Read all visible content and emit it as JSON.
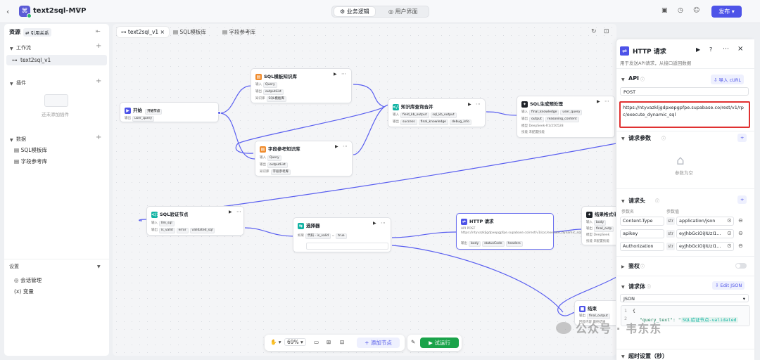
{
  "header": {
    "app_title": "text2sql-MVP",
    "modes": [
      "业务逻辑",
      "用户界面"
    ],
    "publish_label": "发布"
  },
  "sidebar": {
    "resources_label": "资源",
    "ref_label": "引用关系",
    "workflow_label": "工作流",
    "workflow_item": "text2sql_v1",
    "plugins_label": "插件",
    "plugins_empty": "还未添加插件",
    "data_label": "数据",
    "data_items": [
      "SQL模板库",
      "字段参考库"
    ],
    "settings_label": "设置",
    "settings_items": [
      "会话管理",
      "变量"
    ]
  },
  "canvas": {
    "tabs": [
      "text2sql_v1",
      "SQL模板库",
      "字段参考库"
    ],
    "nodes": {
      "start": {
        "title": "开始",
        "tag": "开始节点",
        "row1_label": "输出",
        "row1_chip": "user_query"
      },
      "sqltpl": {
        "title": "SQL模板知识库",
        "row1_label": "输入",
        "row1_chip": "Query",
        "row2_label": "输出",
        "row2_chip": "outputList",
        "row3_label": "知识库",
        "row3_chip": "SQL模板库"
      },
      "field": {
        "title": "字段参考知识库",
        "row1_label": "输入",
        "row1_chip": "Query",
        "row2_label": "输出",
        "row2_chip": "outputList",
        "row3_label": "知识库",
        "row3_chip": "字段参考库"
      },
      "merge": {
        "title": "知识库查询合并",
        "row1_label": "输入",
        "row1_chips": [
          "field_kb_output",
          "sql_kb_output"
        ],
        "row2_label": "输出",
        "row2_chips": [
          "success",
          "final_knowledge",
          "debug_info"
        ]
      },
      "gen": {
        "title": "SQL生成预处理",
        "row1_label": "输入",
        "row1_chips": [
          "final_knowledge",
          "user_query"
        ],
        "row2_label": "输出",
        "row2_chips": [
          "output",
          "reasoning_content"
        ],
        "row3_label": "模型",
        "row3_value": "DeepSeek-R1/250528",
        "row4_label": "技能",
        "row4_value": "未配置技能"
      },
      "verify": {
        "title": "SQL验证节点",
        "row1_label": "输入",
        "row1_chip": "llm_sql",
        "row2_label": "输出",
        "row2_chips": [
          "is_valid",
          "error",
          "validated_sql"
        ]
      },
      "selector": {
        "title": "选择器",
        "cond_label": "如果",
        "cond_left": "代码 - is_valid",
        "cond_op": "=",
        "cond_right": "true"
      },
      "http": {
        "title": "HTTP 请求",
        "row1_label": "API",
        "row1_value": "POST https://ntyvazkljgdpxepgpfpe.supabase.co/rest/v1/rpc/execute_dynamic_sql",
        "row2_label": "输出",
        "row2_chips": [
          "body",
          "statusCode",
          "headers"
        ]
      },
      "format": {
        "title": "结果格式化",
        "row1_label": "输入",
        "row1_chip": "body",
        "row2_label": "输出",
        "row2_chip": "final_outp",
        "row3_label": "模型",
        "row3_value": "DeepSeek",
        "row4_label": "技能",
        "row4_value": "未配置技能"
      },
      "end": {
        "title": "结束",
        "row1_label": "输出",
        "row1_chip": "final_output",
        "row2_label": "回答内容",
        "row2_value": "最终结果"
      }
    }
  },
  "toolbar": {
    "zoom": "69%",
    "add_node": "添加节点",
    "run": "试运行"
  },
  "panel": {
    "title": "HTTP 请求",
    "desc": "用于发送API请求，从接口返回数据",
    "api_label": "API",
    "import_label": "导入 cURL",
    "method": "POST",
    "url": "https://ntyvazkljgdpxepgpfpe.supabase.co/rest/v1/rpc/execute_dynamic_sql",
    "params_label": "请求参数",
    "params_empty": "参数为空",
    "headers_label": "请求头",
    "param_name_col": "参数名",
    "param_value_col": "参数值",
    "headers": [
      {
        "name": "Content-Type",
        "type": "str",
        "value": "application/json"
      },
      {
        "name": "apikey",
        "type": "str",
        "value": "eyJhbGciOiJIUzI1..."
      },
      {
        "name": "Authorization",
        "type": "str",
        "value": "eyJhbGciOiJIUzI1..."
      }
    ],
    "auth_label": "鉴权",
    "body_label": "请求体",
    "edit_json_label": "Edit JSON",
    "body_type": "JSON",
    "code_line1_num": "1",
    "code_line1": "{",
    "code_line2_num": "2",
    "code_line2": "\"query_text\": \"",
    "code_var": "SQL验证节点-validated",
    "timeout_label": "超时设置（秒）"
  },
  "watermark": {
    "text": "公众号 · 韦东东"
  }
}
